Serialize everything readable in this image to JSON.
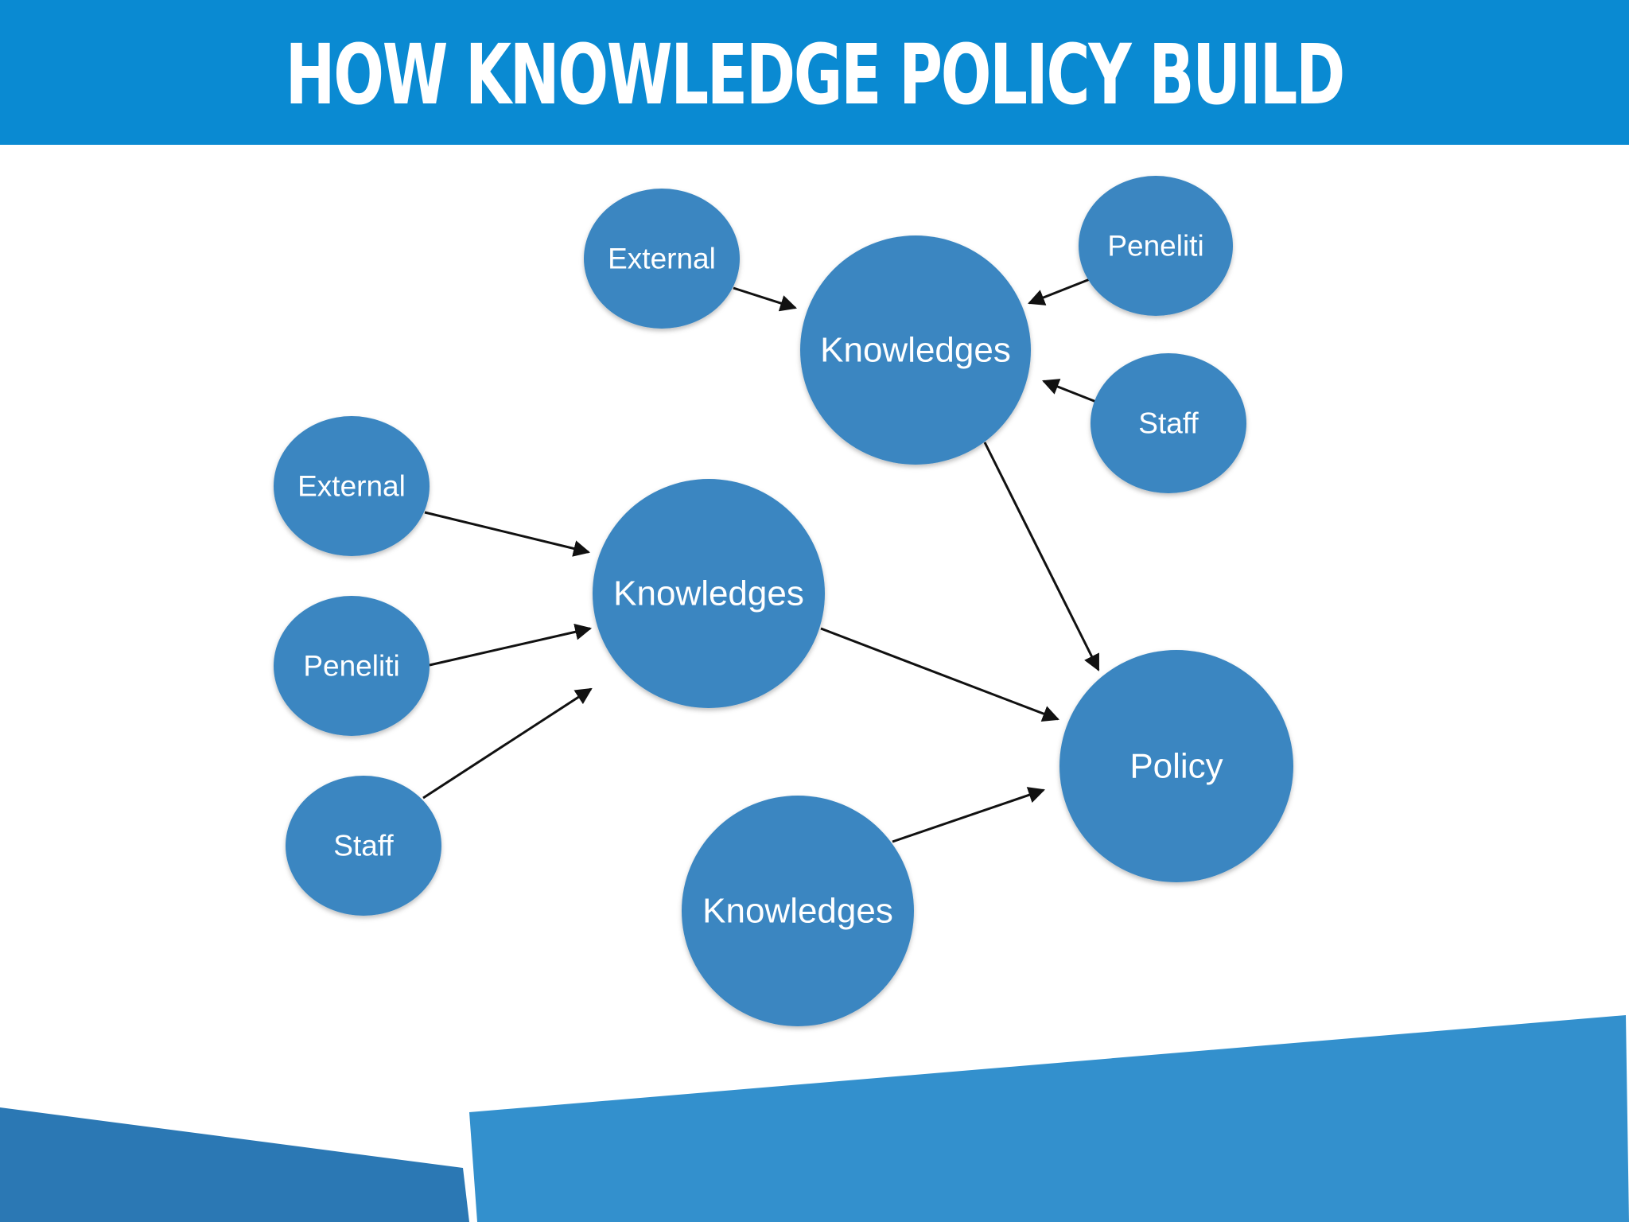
{
  "title": "HOW KNOWLEDGE POLICY BUILD",
  "colors": {
    "header": "#0a8ad2",
    "node": "#3a86c1",
    "arrow": "#111111",
    "footer_left": "#2b78b4",
    "footer_right": "#3390cd"
  },
  "nodes": [
    {
      "id": "ext1",
      "label": "External"
    },
    {
      "id": "know1",
      "label": "Knowledges"
    },
    {
      "id": "pen1",
      "label": "Peneliti"
    },
    {
      "id": "staff1",
      "label": "Staff"
    },
    {
      "id": "ext2",
      "label": "External"
    },
    {
      "id": "know2",
      "label": "Knowledges"
    },
    {
      "id": "pen2",
      "label": "Peneliti"
    },
    {
      "id": "staff2",
      "label": "Staff"
    },
    {
      "id": "policy",
      "label": "Policy"
    },
    {
      "id": "know3",
      "label": "Knowledges"
    }
  ],
  "edges": [
    {
      "from": "ext1",
      "to": "know1"
    },
    {
      "from": "pen1",
      "to": "know1"
    },
    {
      "from": "staff1",
      "to": "know1"
    },
    {
      "from": "know1",
      "to": "policy"
    },
    {
      "from": "ext2",
      "to": "know2"
    },
    {
      "from": "pen2",
      "to": "know2"
    },
    {
      "from": "staff2",
      "to": "know2"
    },
    {
      "from": "know2",
      "to": "policy"
    },
    {
      "from": "know3",
      "to": "policy"
    }
  ]
}
